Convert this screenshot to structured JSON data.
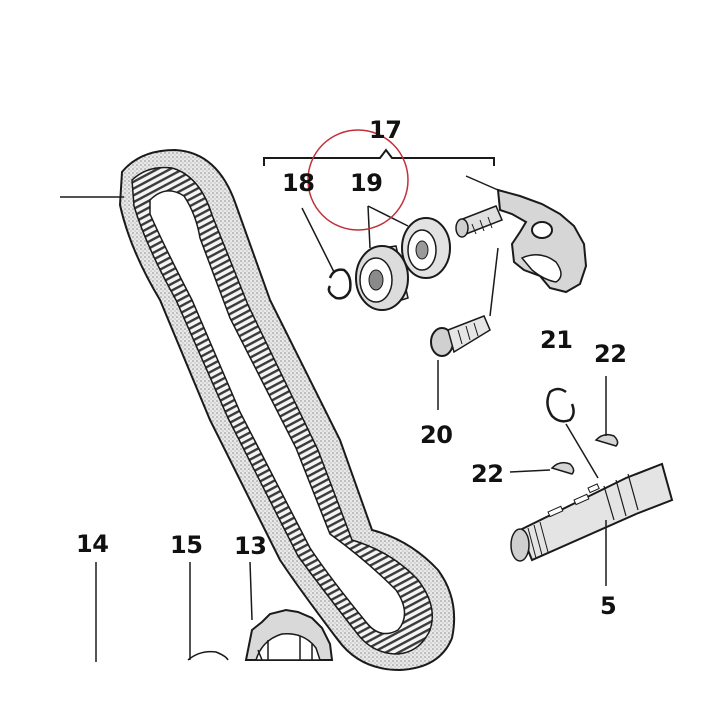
{
  "diagram": {
    "callouts": {
      "c17": "17",
      "c18": "18",
      "c19": "19",
      "c20": "20",
      "c21": "21",
      "c22a": "22",
      "c22b": "22",
      "c14": "14",
      "c15": "15",
      "c13": "13",
      "c5": "5"
    },
    "colors": {
      "line": "#1a1a1a",
      "highlight_circle": "#c0303a",
      "belt_fill": "#cfcfcf",
      "background": "#ffffff"
    }
  }
}
